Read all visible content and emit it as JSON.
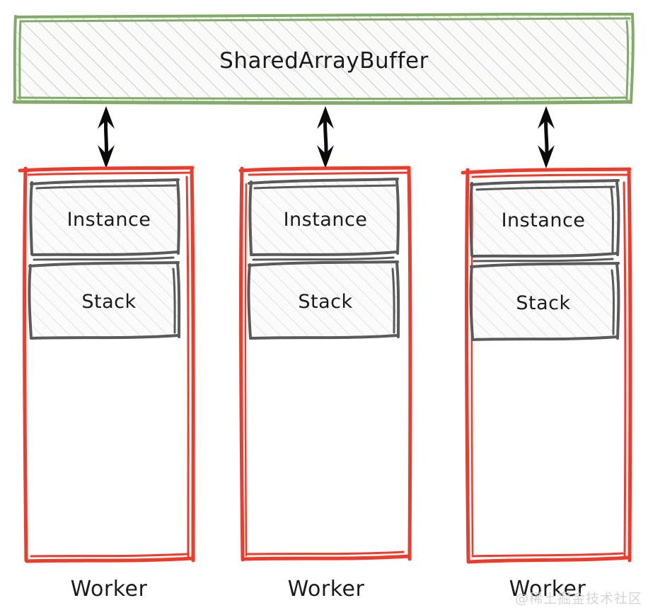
{
  "diagram": {
    "title_text": "SharedArrayBuffer",
    "shared_buffer": {
      "label": "SharedArrayBuffer",
      "stroke_color": "#82ab6a",
      "fill_color": "#fafafa",
      "hatch_color": "#d8dcd6"
    },
    "workers": [
      {
        "label": "Worker",
        "instance_label": "Instance",
        "stack_label": "Stack"
      },
      {
        "label": "Worker",
        "instance_label": "Instance",
        "stack_label": "Stack"
      },
      {
        "label": "Worker",
        "instance_label": "Instance",
        "stack_label": "Stack"
      }
    ],
    "worker_style": {
      "stroke_color": "#ef3b2c",
      "fill_color": "#ffffff"
    },
    "inner_box_style": {
      "stroke_color": "#5a5a5a",
      "fill_color": "#fbfbfb",
      "hatch_color": "#e2e2e2"
    },
    "connectors": {
      "count": 3,
      "kind": "double-headed-arrow",
      "color": "#000000"
    },
    "watermark": "@稀土掘金技术社区",
    "background_color": "#ffffff"
  }
}
